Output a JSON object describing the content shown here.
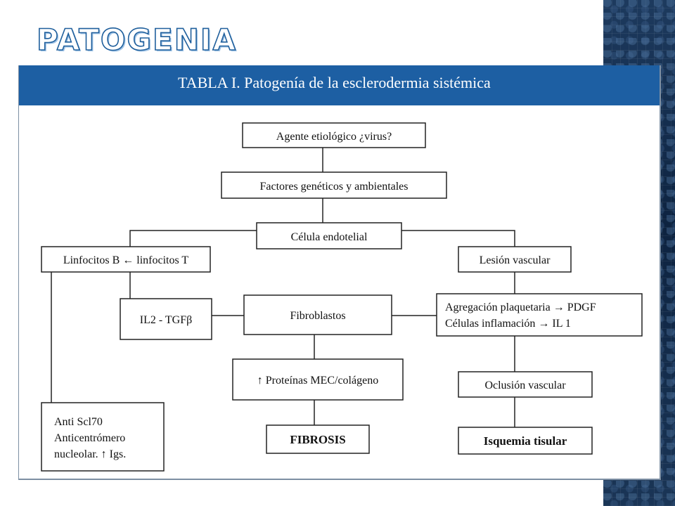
{
  "slide": {
    "title": "PATOGENIA"
  },
  "table": {
    "title": "TABLA I. Patogenía de la esclerodermia sistémica"
  },
  "diagram": {
    "nodes": {
      "agente": "Agente etiológico ¿virus?",
      "factores": "Factores genéticos y ambientales",
      "celula": "Célula endotelial",
      "linfocitos": "Linfocitos B ← linfocitos T",
      "lesion": "Lesión vascular",
      "il2": "IL2 - TGFβ",
      "fibroblastos": "Fibroblastos",
      "agregacion_1": "Agregación plaquetaria → PDGF",
      "agregacion_2": "Células inflamación → IL 1",
      "proteinas": "↑ Proteínas MEC/colágeno",
      "oclusion": "Oclusión vascular",
      "anti_1": "Anti Scl70",
      "anti_2": "Anticentrómero",
      "anti_3": "nucleolar. ↑ Igs.",
      "fibrosis": "FIBROSIS",
      "isquemia": "Isquemia tisular"
    }
  },
  "colors": {
    "header_blue": "#1d5fa3",
    "title_stroke": "#1f5f9c",
    "side_band": "#0f2a4a"
  }
}
